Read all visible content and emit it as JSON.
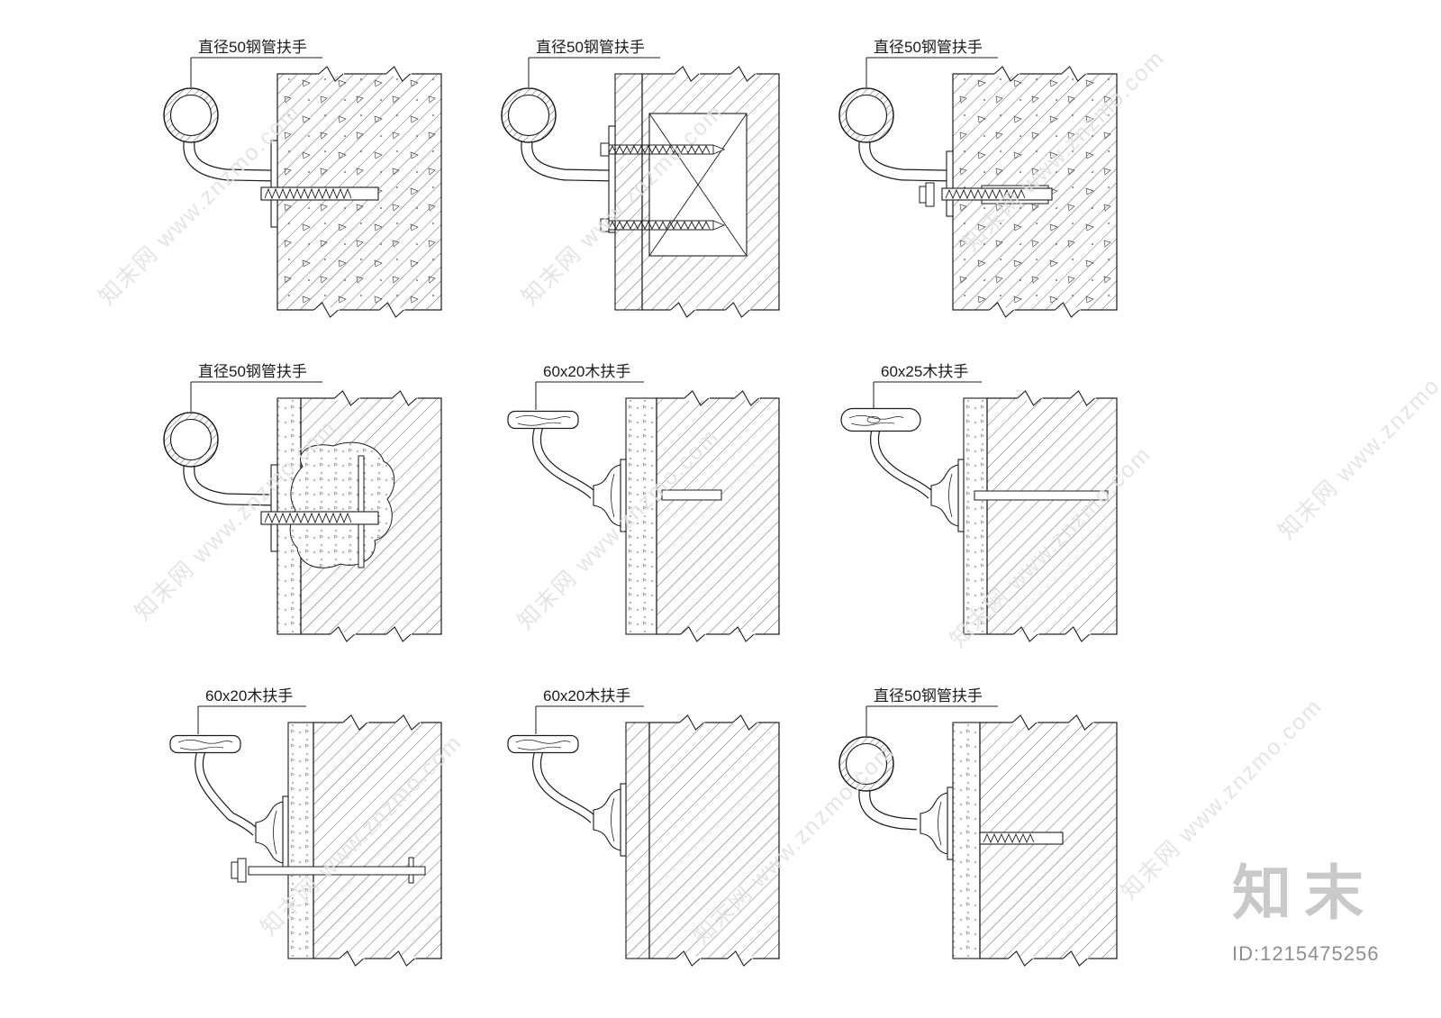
{
  "details": [
    {
      "label": "直径50钢管扶手",
      "kind": "steel"
    },
    {
      "label": "直径50钢管扶手",
      "kind": "steel"
    },
    {
      "label": "直径50钢管扶手",
      "kind": "steel"
    },
    {
      "label": "直径50钢管扶手",
      "kind": "steel"
    },
    {
      "label": "60x20木扶手",
      "kind": "wood"
    },
    {
      "label": "60x25木扶手",
      "kind": "wood"
    },
    {
      "label": "60x20木扶手",
      "kind": "wood"
    },
    {
      "label": "60x20木扶手",
      "kind": "wood"
    },
    {
      "label": "直径50钢管扶手",
      "kind": "steel"
    }
  ],
  "watermark": {
    "text": "知末网 www.znzmo.com"
  },
  "footer": {
    "brand": "知末",
    "id": "ID:1215475256"
  },
  "colors": {
    "line": "#1b1b1b",
    "watermark": "#e0e0e0",
    "brand": "#c9c9c9",
    "id_text": "#8f8f8f"
  }
}
